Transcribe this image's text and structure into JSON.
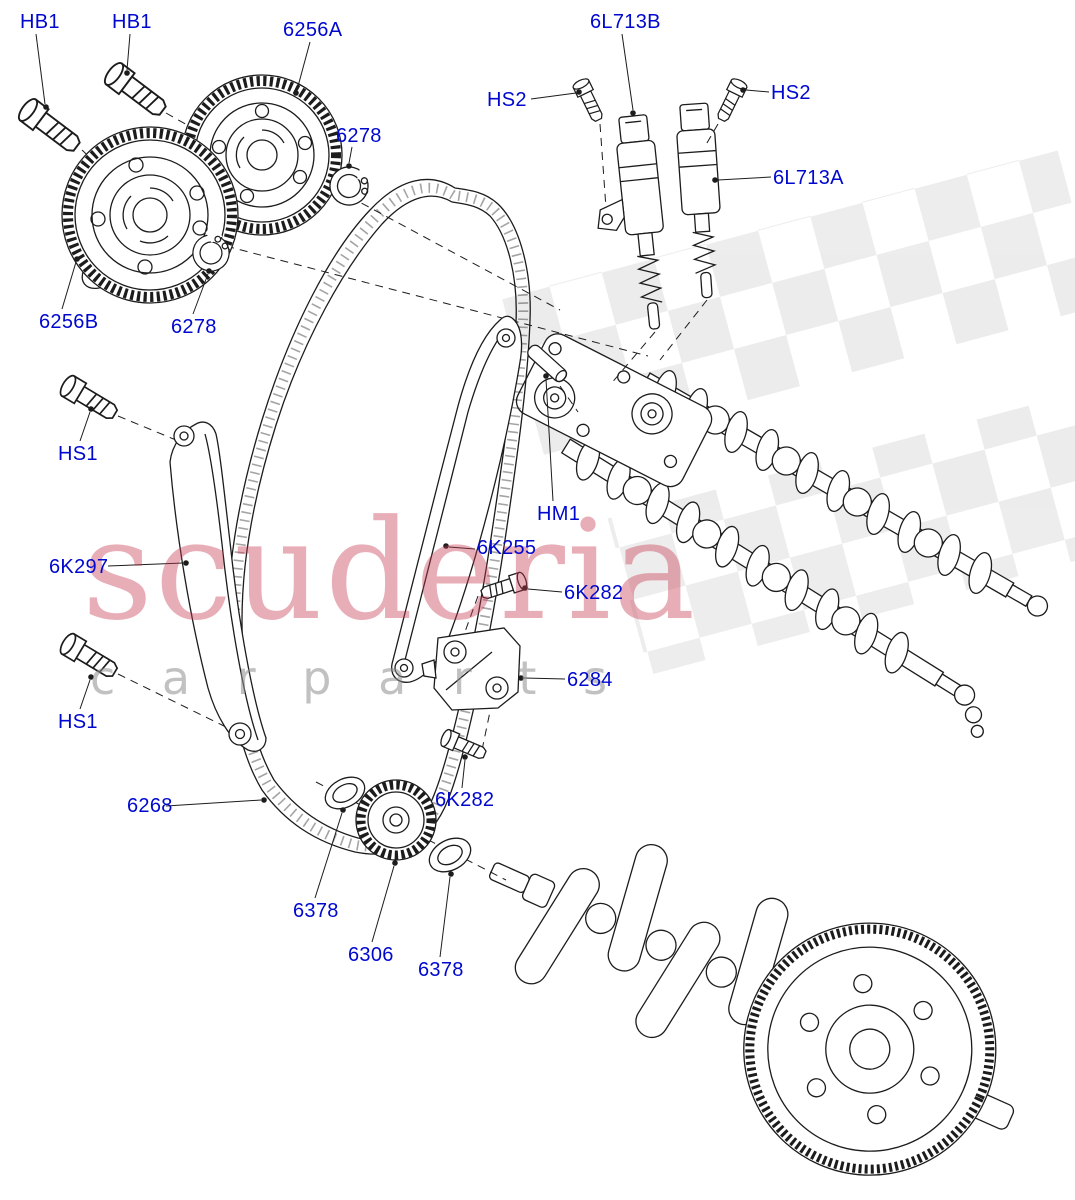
{
  "diagram": {
    "description": "Engine timing chain exploded parts diagram",
    "watermark": {
      "brand": "scuderia",
      "subtitle": "c a r p a r t s",
      "brand_color": "#c8384e",
      "subtitle_color": "#8f8f8f"
    },
    "label_color": "#0008cf",
    "labels": [
      {
        "code": "HB1"
      },
      {
        "code": "HB1"
      },
      {
        "code": "6256A"
      },
      {
        "code": "6L713B"
      },
      {
        "code": "HS2"
      },
      {
        "code": "HS2"
      },
      {
        "code": "6278"
      },
      {
        "code": "6L713A"
      },
      {
        "code": "6256B"
      },
      {
        "code": "6278"
      },
      {
        "code": "HS1"
      },
      {
        "code": "HM1"
      },
      {
        "code": "6K255"
      },
      {
        "code": "6K297"
      },
      {
        "code": "6K282"
      },
      {
        "code": "6284"
      },
      {
        "code": "HS1"
      },
      {
        "code": "6268"
      },
      {
        "code": "6K282"
      },
      {
        "code": "6378"
      },
      {
        "code": "6306"
      },
      {
        "code": "6378"
      }
    ]
  }
}
